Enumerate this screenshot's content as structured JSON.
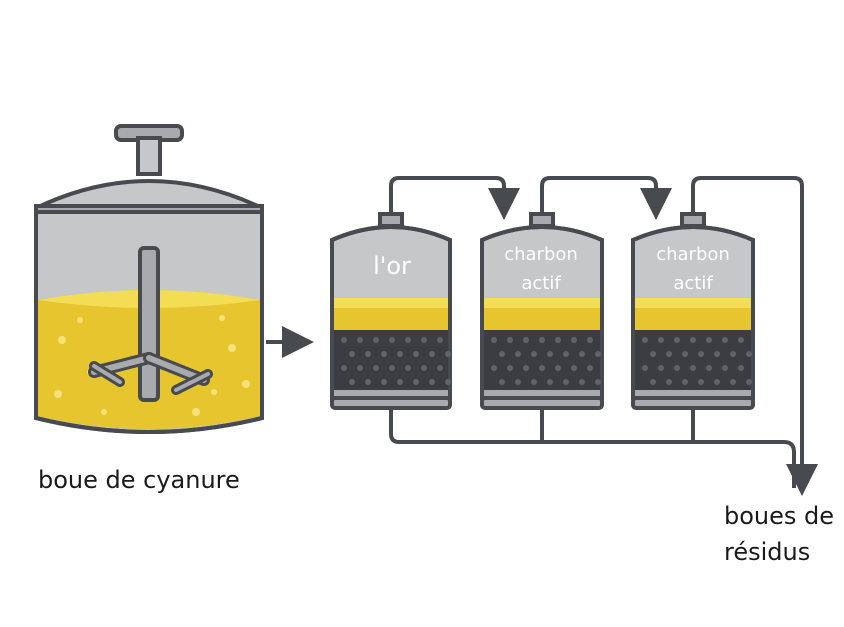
{
  "labels": {
    "slurry": "boue de cyanure",
    "gold": "l'or",
    "carbon_1": [
      "charbon",
      "actif"
    ],
    "carbon_2": [
      "charbon",
      "actif"
    ],
    "tailings": [
      "boues de",
      "résidus"
    ]
  },
  "colors": {
    "outline": "#474a4f",
    "tank_body": "#c6c7c9",
    "tank_shade": "#a9aaad",
    "liquid": "#e6c52e",
    "liquid_light": "#f3dd55",
    "liquid_bubble": "#f7e27a",
    "carbon": "#3b3d42",
    "carbon_dot": "#5f6268",
    "arrow": "#474a4f",
    "label_text": "#ffffff"
  }
}
